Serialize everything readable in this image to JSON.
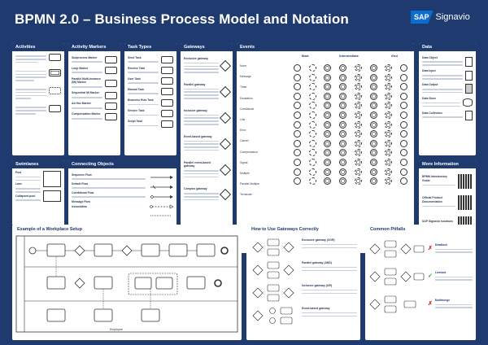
{
  "header": {
    "title": "BPMN 2.0 – Business Process Model and Notation",
    "brand_sap": "SAP",
    "brand_name": "Signavio"
  },
  "panels": {
    "activities": "Activities",
    "activity_markers": "Activity Markers",
    "task_types": "Task Types",
    "gateways": "Gateways",
    "events": "Events",
    "data": "Data",
    "swimlanes": "Swimlanes",
    "connecting_objects": "Connecting Objects",
    "more_information": "More Information",
    "workplace_example": "Example of a Workplace Setup",
    "gateways_correctly": "How to Use Gateways Correctly",
    "common_pitfalls": "Common Pitfalls"
  },
  "markers": [
    "Subprocess Marker",
    "Loop Marker",
    "Parallel Multi-Instance (MI) Marker",
    "Sequential MI Marker",
    "Ad Hoc Marker",
    "Compensation Marker"
  ],
  "task_types": [
    "Send Task",
    "Receive Task",
    "User Task",
    "Manual Task",
    "Business Rule Task",
    "Service Task",
    "Script Task"
  ],
  "gateways": [
    "Exclusive gateway",
    "Parallel gateway",
    "Inclusive gateway",
    "Event-based gateway",
    "Parallel event-based gateway",
    "Complex gateway"
  ],
  "events_columns": [
    "Start",
    "Intermediate",
    "End"
  ],
  "event_types": [
    "None",
    "Message",
    "Timer",
    "Escalation",
    "Conditional",
    "Link",
    "Error",
    "Cancel",
    "Compensation",
    "Signal",
    "Multiple",
    "Parallel Multiple",
    "Terminate"
  ],
  "data_items": [
    "Data Object",
    "Data Input",
    "Data Output",
    "Data Store",
    "Data Collection"
  ],
  "connecting": [
    "Sequence Flow",
    "Default Flow",
    "Conditional Flow",
    "Message Flow",
    "Association"
  ],
  "swimlanes_items": [
    "Pool",
    "Lane",
    "Collapsed pool"
  ],
  "more_info": [
    "BPMN Introductory Guide",
    "Official Product Documentation",
    "SAP Signavio solutions"
  ],
  "example": {
    "lane_bottom": "Employee"
  },
  "gw_correct": [
    "Exclusive gateway (XOR)",
    "Parallel gateway (AND)",
    "Inclusive gateway (OR)",
    "Event-based gateway"
  ],
  "pitfalls": [
    "Deadlock",
    "Livelock",
    "Multimerge"
  ],
  "colors": {
    "navy": "#1e3a6e",
    "ok": "#2a9d3a",
    "bad": "#d0302a",
    "sap": "#0a6ed1"
  }
}
